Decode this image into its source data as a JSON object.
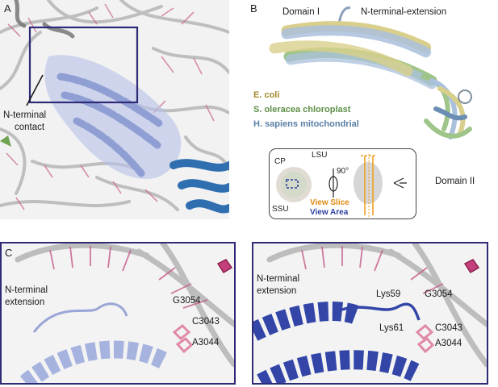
{
  "panels": {
    "a": {
      "letter": "A",
      "callout": [
        "N-terminal",
        "contact"
      ]
    },
    "b": {
      "letter": "B",
      "domain1": "Domain I",
      "nterm_ext": "N-terminal-extension",
      "domain2": "Domain II",
      "legend": [
        {
          "label": "E. coli",
          "color": "#a28a2a"
        },
        {
          "label": "S. oleracea chloroplast",
          "color": "#5f8f48"
        },
        {
          "label": "H. sapiens mitochondrial",
          "color": "#5a7fa5"
        }
      ],
      "inset": {
        "cp": "CP",
        "lsu": "LSU",
        "ssu": "SSU",
        "angle": "90°",
        "view_slice": "View Slice",
        "view_area": "View Area"
      }
    },
    "c": {
      "letter": "C",
      "left": {
        "title": [
          "N-terminal",
          "extension"
        ],
        "residues": [
          "G3054",
          "C3043",
          "A3044"
        ]
      },
      "right": {
        "title": [
          "N-terminal",
          "extension"
        ],
        "residues": [
          "Lys59",
          "G3054",
          "Lys61",
          "C3043",
          "A3044"
        ]
      }
    }
  },
  "colors": {
    "frame": "#2e2a78",
    "lavender_helix": "#a7b3df",
    "blue_helix": "#3346a8",
    "rna_gray": "#a9a9a9",
    "rna_pink": "#c85a8a",
    "accent_orange": "#f0a020"
  }
}
